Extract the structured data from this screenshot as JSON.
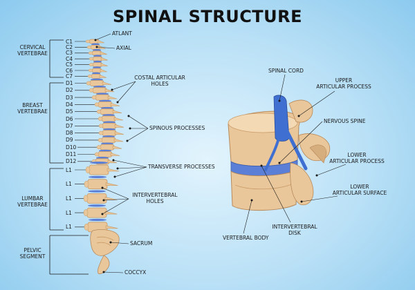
{
  "title": "SPINAL STRUCTURE",
  "regions": {
    "cervical": "CERVICAL\nVERTEBRAE",
    "breast": "BREAST\nVERTEBRAE",
    "lumbar": "LUMBAR\nVERTEBRAE",
    "pelvic": "PELVIC\nSEGMENT"
  },
  "levels": {
    "cervical": [
      "C1",
      "C2",
      "C3",
      "C4",
      "C5",
      "C6",
      "C7"
    ],
    "thoracic": [
      "D1",
      "D2",
      "D3",
      "D4",
      "D5",
      "D6",
      "D7",
      "D8",
      "D9",
      "D10",
      "D11",
      "D12"
    ],
    "lumbar": [
      "L1",
      "L1",
      "L1",
      "L1",
      "L1"
    ]
  },
  "spine_labels": {
    "atlant": "ATLANT",
    "axial": "AXIAL",
    "costal": "COSTAL ARTICULAR\nHOLES",
    "spinous": "SPINOUS PROCESSES",
    "transverse": "TRANSVERSE PROCESSES",
    "intervertebral_holes": "INTERVERTEBRAL\nHOLES",
    "sacrum": "SACRUM",
    "coccyx": "COCCYX"
  },
  "vertebra_labels": {
    "spinal_cord": "SPINAL CORD",
    "upper_articular": "UPPER\nARTICULAR PROCESS",
    "nervous_spine": "NERVOUS SPINE",
    "lower_articular_process": "LOWER\nARTICULAR PROCESS",
    "lower_articular_surface": "LOWER\nARTICULAR SURFACE",
    "vertebral_body": "VERTEBRAL BODY",
    "intervertebral_disk": "INTERVERTEBRAL\nDISK"
  },
  "colors": {
    "bone": "#e9c79a",
    "bone_shade": "#c99a66",
    "disc": "#5b7fd6",
    "nerve": "#3f6fd0",
    "line": "#1a1a1a"
  }
}
